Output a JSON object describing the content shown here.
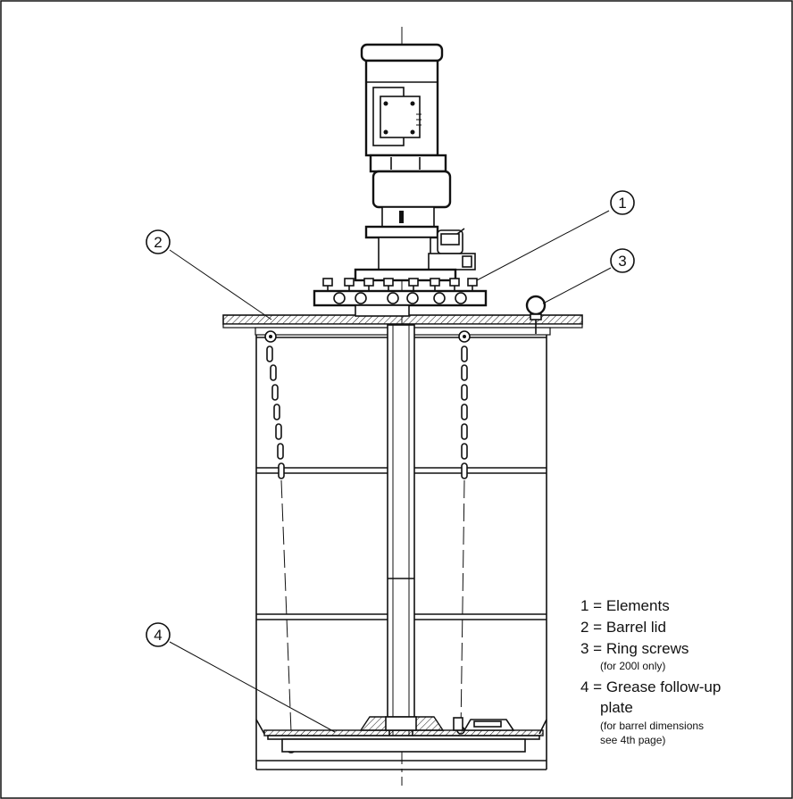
{
  "callouts": [
    {
      "number": "1"
    },
    {
      "number": "2"
    },
    {
      "number": "3"
    },
    {
      "number": "4"
    }
  ],
  "legend": {
    "items": [
      {
        "main": "1 = Elements",
        "note": ""
      },
      {
        "main": "2 = Barrel lid",
        "note": ""
      },
      {
        "main": "3 = Ring screws",
        "note": "(for 200l only)"
      },
      {
        "main": "4 = Grease follow-up",
        "main2": "plate",
        "note": "(for barrel dimensions",
        "note2": "see 4th page)"
      }
    ]
  }
}
